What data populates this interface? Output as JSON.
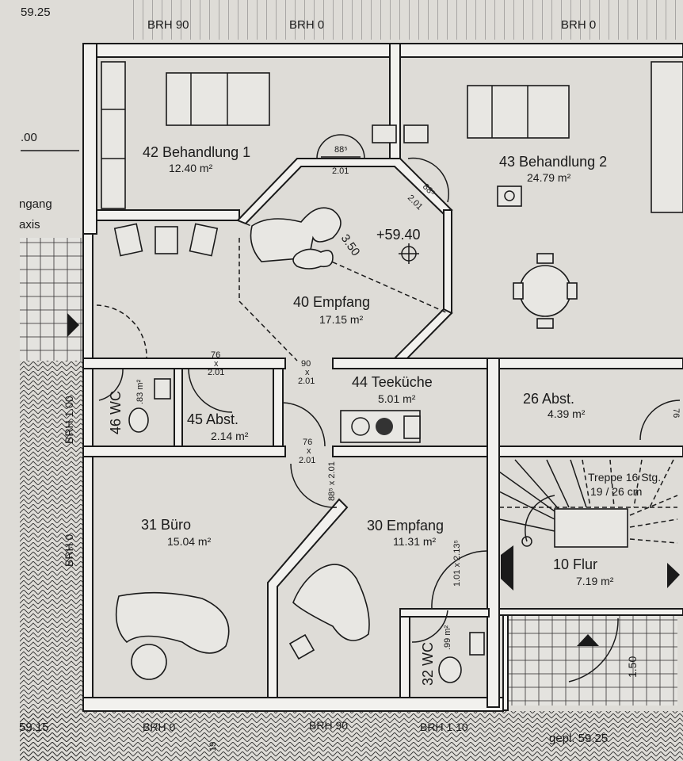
{
  "edge_labels": {
    "top_left_level": "59.25",
    "top_brh_1": "BRH 90",
    "top_brh_2": "BRH 0",
    "top_brh_3": "BRH 0",
    "left_level": ".00",
    "left_entrance_1": "ngang",
    "left_entrance_2": "axis",
    "left_brh_1": "BRH 1.00",
    "left_brh_2": "BRH 0",
    "bottom_left_level": "59.15",
    "bottom_brh_1": "BRH 0",
    "bottom_brh_2": "BRH 90",
    "bottom_brh_3": "BRH 1.10",
    "bottom_level": "gepl. 59.25",
    "bottom_mark": "19"
  },
  "rooms": [
    {
      "name": "42 Behandlung 1",
      "area": "12.40 m²"
    },
    {
      "name": "43 Behandlung 2",
      "area": "24.79 m²"
    },
    {
      "name": "40 Empfang",
      "area": "17.15 m²"
    },
    {
      "name": "44 Teeküche",
      "area": "5.01 m²"
    },
    {
      "name": "26 Abst.",
      "area": "4.39 m²"
    },
    {
      "name": "45 Abst.",
      "area": "2.14 m²"
    },
    {
      "name": "46 WC",
      "area": ".83 m²"
    },
    {
      "name": "31 Büro",
      "area": "15.04 m²"
    },
    {
      "name": "30 Empfang",
      "area": "11.31 m²"
    },
    {
      "name": "10 Flur",
      "area": "7.19 m²"
    },
    {
      "name": "32 WC",
      "area": ".99 m²"
    }
  ],
  "dimensions": {
    "door_42_w": "88⁵",
    "door_42_h": "2.01",
    "door_43_w": "88⁵",
    "door_43_h": "2.01",
    "diag": "3.50",
    "level_40": "+59.40",
    "door_45_w": "76",
    "door_45_x": "x",
    "door_45_h": "2.01",
    "door_44_w": "90",
    "door_44_x": "x",
    "door_44_h": "2.01",
    "door_30_w": "76",
    "door_30_x": "x",
    "door_30_h": "2.01",
    "door_31": "88⁵ x 2.01",
    "door_flur": "1.01 x 2.13⁵",
    "door_26": "76",
    "stairs_1": "Treppe 16 Stg.",
    "stairs_2": "19 / 26 cm",
    "terrace": "1.50"
  }
}
